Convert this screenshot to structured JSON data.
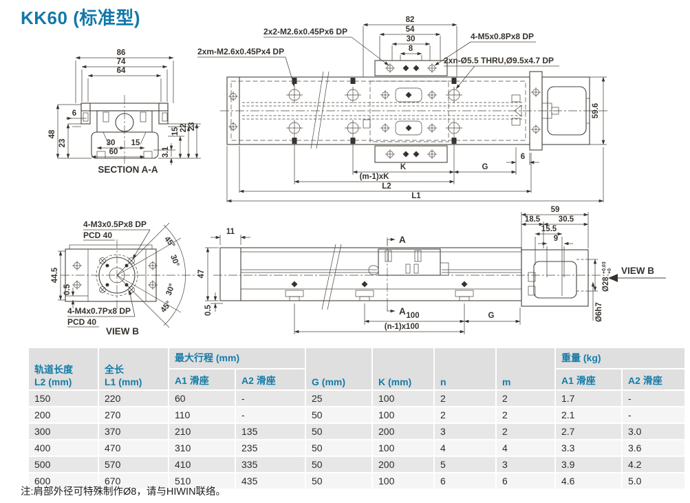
{
  "page": {
    "title": "KK60 (标准型)",
    "note": "注:肩部外径可特殊制作Ø8，请与HIWIN联络。"
  },
  "colors": {
    "accent": "#1278a8",
    "line": "#45403a",
    "row_odd": "#e7e7e7",
    "row_even": "#f5f5f5",
    "header_bg": "#dfdfdf"
  },
  "dwg": {
    "sec": {
      "d86": "86",
      "d74": "74",
      "d64": "64",
      "d48": "48",
      "d23L": "23",
      "d6": "6",
      "d30": "30",
      "d15b": "15",
      "d60": "60",
      "d31": "3.1",
      "d15r": "15",
      "d22": "22",
      "d23r": "23",
      "label": "SECTION A-A"
    },
    "plan": {
      "ann_2x2": "2x2-M2.6x0.45Px6 DP",
      "ann_4m5": "4-M5x0.8Px8 DP",
      "ann_2xm": "2xm-M2.6x0.45Px4 DP",
      "ann_2xn": "2xn-Ø5.5 THRU,Ø9.5x4.7 DP",
      "d82": "82",
      "d54": "54",
      "d30": "30",
      "d8": "8",
      "d596": "59.6",
      "d6": "6",
      "dG": "G",
      "dK": "K",
      "dmK": "(m-1)xK",
      "dL2": "L2",
      "dL1": "L1"
    },
    "viewb": {
      "ann_m3": "4-M3x0.5Px8 DP",
      "ann_m3_pcd": "PCD 40",
      "ann_m4": "4-M4x0.7Px8 DP",
      "ann_m4_pcd": "PCD 40",
      "label": "VIEW B",
      "d445": "44.5",
      "d05": "0.5",
      "a45t": "45°",
      "a30t": "30°",
      "a30b": "30°",
      "a45b": "45°"
    },
    "side": {
      "d11": "11",
      "d47": "47",
      "d05": "0.5",
      "d100": "100",
      "dn100": "(n-1)x100",
      "dG": "G",
      "d59": "59",
      "d185": "18.5",
      "d305": "30.5",
      "d155": "15.5",
      "d9": "9",
      "d28": "Ø28",
      "tol_up": "+0.03",
      "tol_dn": "+0",
      "d6h7": "Ø6h7",
      "secA": "A",
      "viewb_label": "VIEW B"
    }
  },
  "table": {
    "headers": {
      "col1_line1": "轨道长度",
      "col1_line2": "L2 (mm)",
      "col2_line1": "全长",
      "col2_line2": "L1 (mm)",
      "stroke_group": "最大行程 (mm)",
      "stroke_a1": "A1 滑座",
      "stroke_a2": "A2 滑座",
      "g": "G (mm)",
      "k": "K (mm)",
      "n": "n",
      "m": "m",
      "weight_group": "重量 (kg)",
      "weight_a1": "A1 滑座",
      "weight_a2": "A2 滑座"
    },
    "rows": [
      [
        "150",
        "220",
        "60",
        "-",
        "25",
        "100",
        "2",
        "2",
        "1.7",
        "-"
      ],
      [
        "200",
        "270",
        "110",
        "-",
        "50",
        "100",
        "2",
        "2",
        "2.1",
        "-"
      ],
      [
        "300",
        "370",
        "210",
        "135",
        "50",
        "200",
        "3",
        "2",
        "2.7",
        "3.0"
      ],
      [
        "400",
        "470",
        "310",
        "235",
        "50",
        "100",
        "4",
        "4",
        "3.3",
        "3.6"
      ],
      [
        "500",
        "570",
        "410",
        "335",
        "50",
        "200",
        "5",
        "3",
        "3.9",
        "4.2"
      ],
      [
        "600",
        "670",
        "510",
        "435",
        "50",
        "100",
        "6",
        "6",
        "4.6",
        "5.0"
      ]
    ]
  }
}
